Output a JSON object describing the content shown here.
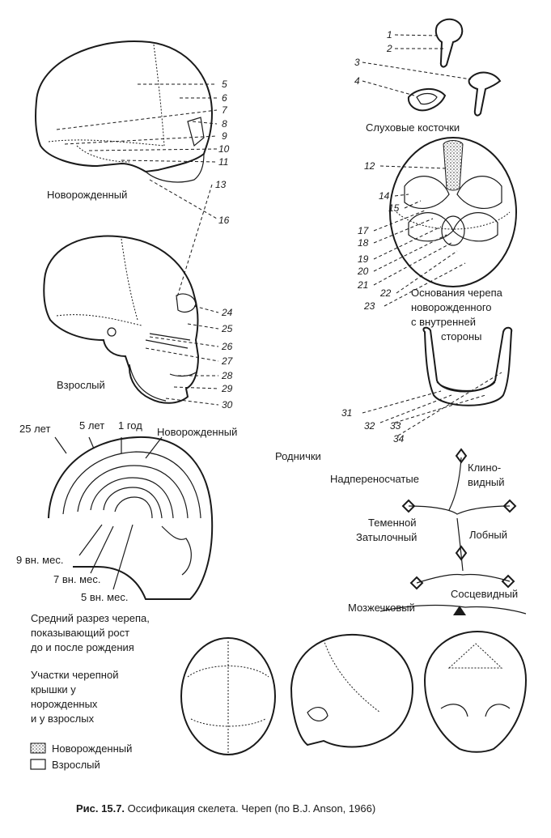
{
  "labels": {
    "newborn_skull": "Новорожденный",
    "adult_skull": "Взрослый",
    "ossicles": "Слуховые косточки",
    "skull_base_1": "Основания черепа",
    "skull_base_2": "новорожденного",
    "skull_base_3": "с внутренней",
    "skull_base_4": "стороны",
    "growth_25": "25 лет",
    "growth_5": "5 лет",
    "growth_1": "1 год",
    "growth_newborn": "Новорожденный",
    "growth_9": "9 вн. мес.",
    "growth_7": "7 вн. мес.",
    "growth_5m": "5 вн. мес.",
    "mid_1": "Средний разрез черепа,",
    "mid_2": "показывающий рост",
    "mid_3": "до и после рождения",
    "fontanelles": "Роднички",
    "f_supra": "Надпереносчатые",
    "f_sphen_1": "Клино-",
    "f_sphen_2": "видный",
    "f_pariet": "Теменной",
    "f_occip": "Затылочный",
    "f_front": "Лобный",
    "f_mast": "Сосцевидный",
    "f_cereb": "Мозжечковый",
    "vault_1": "Участки черепной",
    "vault_2": "крышки у",
    "vault_3": "норожденных",
    "vault_4": "и у взрослых",
    "legend_newborn": "Новорожденный",
    "legend_adult": "Взрослый"
  },
  "numbers": [
    "1",
    "2",
    "3",
    "4",
    "5",
    "6",
    "7",
    "8",
    "9",
    "10",
    "11",
    "12",
    "13",
    "14",
    "15",
    "16",
    "17",
    "18",
    "19",
    "20",
    "21",
    "22",
    "23",
    "24",
    "25",
    "26",
    "27",
    "28",
    "29",
    "30",
    "31",
    "32",
    "33",
    "34"
  ],
  "caption": {
    "bold": "Рис. 15.7.",
    "text": " Оссификация скелета. Череп (по B.J. Anson, 1966)"
  }
}
